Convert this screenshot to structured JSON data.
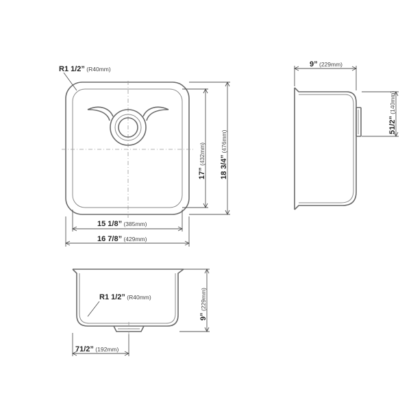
{
  "top_view": {
    "corner_radius": {
      "main": "R1 1/2”",
      "sub": " (R40mm)"
    },
    "inner_height": {
      "main": "17”",
      "sub": " (432mm)"
    },
    "outer_height": {
      "main": "18 3/4”",
      "sub": " (476mm)"
    },
    "inner_width": {
      "main": "15 1/8”",
      "sub": " (385mm)"
    },
    "outer_width": {
      "main": "16 7/8”",
      "sub": " (429mm)"
    }
  },
  "side_view": {
    "width": {
      "main": "9”",
      "sub": " (229mm)"
    },
    "drain_height": {
      "main": "51/2”",
      "sub": " (140mm)"
    }
  },
  "front_view": {
    "corner_radius": {
      "main": "R1 1/2”",
      "sub": " (R40mm)"
    },
    "depth": {
      "main": "9”",
      "sub": " (229mm)"
    },
    "drain_offset": {
      "main": "71/2”",
      "sub": " (192mm)"
    }
  }
}
